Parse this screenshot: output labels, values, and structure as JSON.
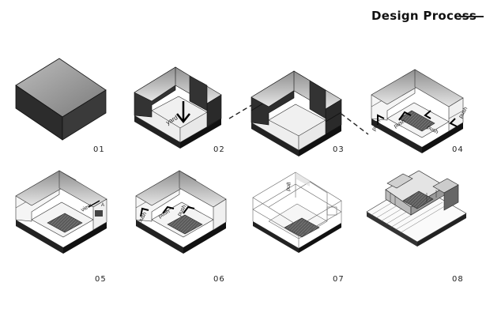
{
  "header": {
    "title": "Design Process"
  },
  "steps": [
    {
      "number": "01"
    },
    {
      "number": "02",
      "annotations": [
        "yard"
      ]
    },
    {
      "number": "03"
    },
    {
      "number": "04",
      "annotations": [
        "push",
        "push",
        "push",
        "push"
      ]
    },
    {
      "number": "05",
      "annotations": [
        "view",
        "A"
      ]
    },
    {
      "number": "06",
      "annotations": [
        "push",
        "push",
        "push"
      ]
    },
    {
      "number": "07",
      "annotations": [
        "pull"
      ]
    },
    {
      "number": "08"
    }
  ],
  "colors": {
    "ink": "#1a1a1a",
    "dark_face": "#2a2a2a",
    "light_face": "#f2f2f2",
    "sky_grey": "#9a9a9a"
  }
}
